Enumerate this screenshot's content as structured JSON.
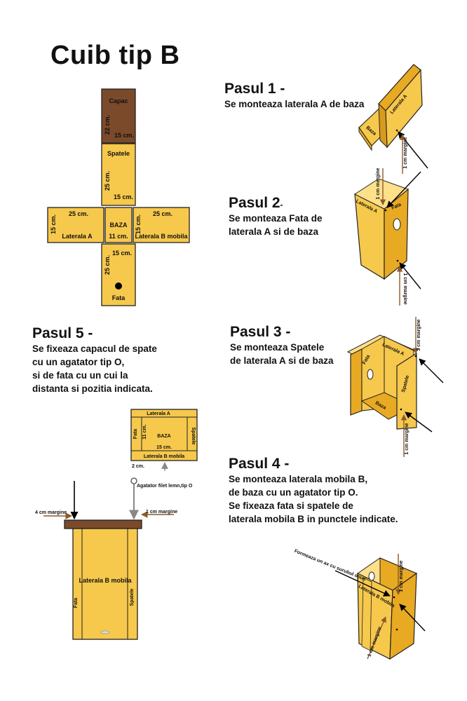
{
  "title": "Cuib tip B",
  "colors": {
    "panel": "#F6C84C",
    "panel_dark": "#E8A923",
    "lid": "#7A4A2A",
    "arrow_brown": "#8B5A2B"
  },
  "net": {
    "capac": "Capac",
    "capac_h": "22 cm.",
    "capac_w": "15 cm.",
    "spatele": "Spatele",
    "spatele_h": "25 cm.",
    "spatele_w": "15 cm.",
    "laterala_a_w": "25 cm.",
    "laterala_a_h": "15 cm.",
    "laterala_a": "Laterala A",
    "baza": "BAZA",
    "baza_w": "11 cm.",
    "laterala_b_w": "25 cm.",
    "laterala_b_h": "15 cm.",
    "laterala_b": "Laterala B mobila",
    "fata_w": "15 cm.",
    "fata_h": "25 cm.",
    "fata": "Fata"
  },
  "steps": {
    "s1": {
      "heading": "Pasul 1 -",
      "text": [
        "Se monteaza laterala A de baza"
      ]
    },
    "s2": {
      "heading": "Pasul 2",
      "dash": "-",
      "text": [
        "Se monteaza Fata de",
        "laterala A si de baza"
      ]
    },
    "s3": {
      "heading": "Pasul 3 -",
      "text": [
        "Se monteaza Spatele",
        "de laterala A si de baza"
      ]
    },
    "s4": {
      "heading": "Pasul 4 -",
      "text": [
        "Se monteaza laterala mobila B,",
        "de baza cu un agatator tip O.",
        "Se fixeaza fata si spatele de",
        "laterala mobila B in punctele indicate."
      ]
    },
    "s5": {
      "heading": "Pasul 5 -",
      "text": [
        "Se fixeaza capacul de spate",
        "cu un agatator tip O,",
        "si de fata cu un cui la",
        "distanta si pozitia indicata."
      ]
    }
  },
  "illus": {
    "s1_laterala": "Laterala A",
    "s1_baza": "Baza",
    "s1_margin": "1 cm margine",
    "s2_laterala": "Laterala A",
    "s2_fata": "Fata",
    "s2_margin_top": "1 cm margine",
    "s2_margin_bottom": "1 cm margine",
    "s3_fata": "Fata",
    "s3_laterala": "Laterala A",
    "s3_spatele": "Spatele",
    "s3_baza": "Baza",
    "s3_margin_top": "3 cm margine",
    "s3_margin_bottom": "1 cm margine",
    "s4_laterala": "Laterala B mobila",
    "s4_formeaza": "Formeaza un ax cu surubul opus",
    "s4_margin_bottom": "1 cm margine",
    "s4_margin_side": "1 cm margine",
    "s5_top_laterala_a": "Laterala A",
    "s5_top_fata": "Fata",
    "s5_top_11cm": "11 cm.",
    "s5_top_baza": "BAZA",
    "s5_top_spatele": "Spatele",
    "s5_top_15cm": "15 cm.",
    "s5_top_laterala_b": "Laterala B mobila",
    "s5_top_2cm": "2 cm.",
    "s5_agatator": "Agatator filet lemn,tip O",
    "s5_margin_left": "4 cm margine",
    "s5_margin_right": "1 cm margine",
    "s5_laterala_b": "Laterala B mobila",
    "s5_fata": "Fata",
    "s5_spatele": "Spatele"
  }
}
